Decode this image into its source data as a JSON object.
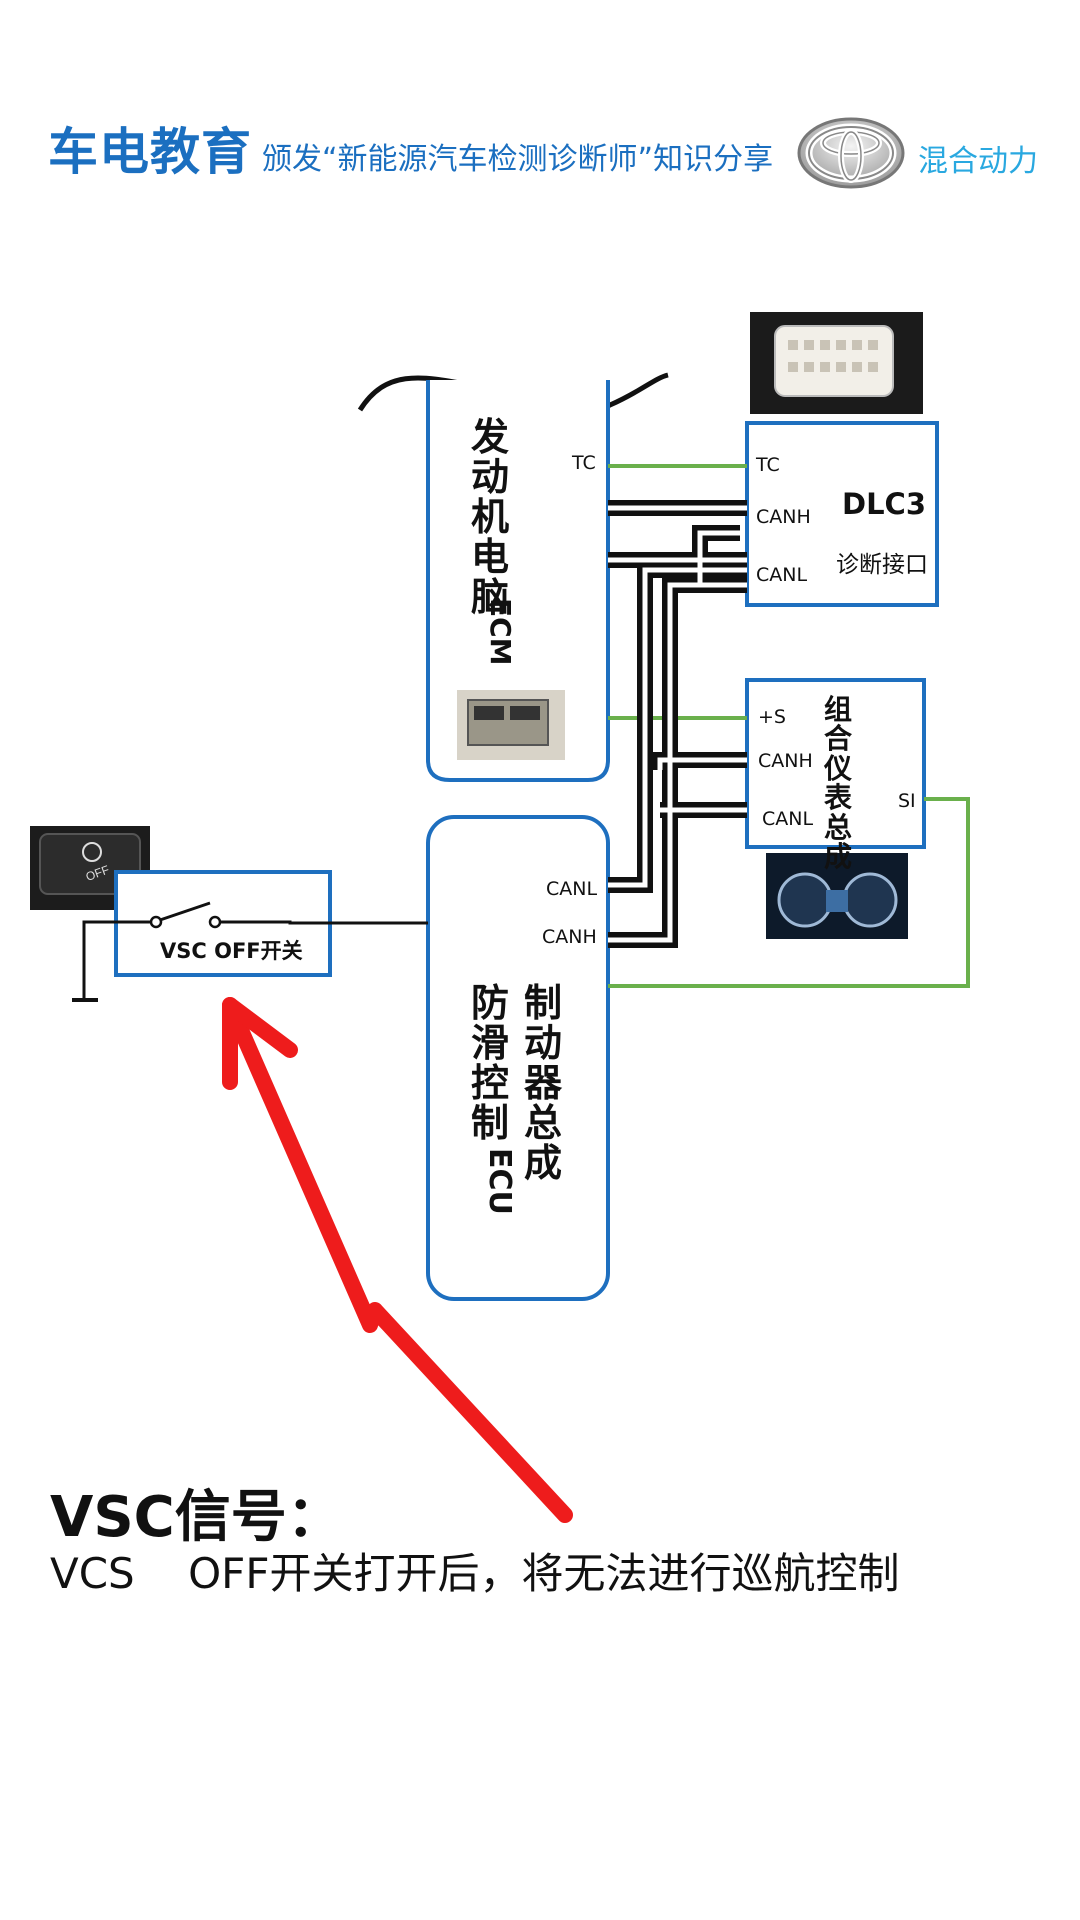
{
  "header": {
    "brand": "车电教育",
    "tagline": "颁发“新能源汽车检测诊断师”知识分享",
    "series": "混合动力",
    "logo_icon": "toyota-logo-icon"
  },
  "modules": {
    "ecm": {
      "label": "发动机电脑",
      "sub": "ECM",
      "pin_tc": "TC"
    },
    "dlc3": {
      "title": "DLC3",
      "subtitle": "诊断接口",
      "pin_tc": "TC",
      "pin_canh": "CANH",
      "pin_canl": "CANL"
    },
    "meter": {
      "label": "组合仪表总成",
      "pin_s": "+S",
      "pin_canh": "CANH",
      "pin_canl": "CANL",
      "pin_si": "SI"
    },
    "brake_ecu": {
      "label_line1": "制动器总成",
      "label_line2": "防滑控制",
      "label_line2b": "ECU",
      "pin_canl": "CANL",
      "pin_canh": "CANH"
    },
    "vsc_switch": {
      "label": "VSC OFF开关"
    }
  },
  "signal": {
    "title": "VSC信号：",
    "description": "VCS    OFF开关打开后，将无法进行巡航控制"
  },
  "colors": {
    "brand_blue": "#1b6fc0",
    "light_blue": "#29a8e0",
    "box_border": "#1e6fbf",
    "signal_line": "#6ab04c",
    "arrow_red": "#ee1c1c"
  }
}
